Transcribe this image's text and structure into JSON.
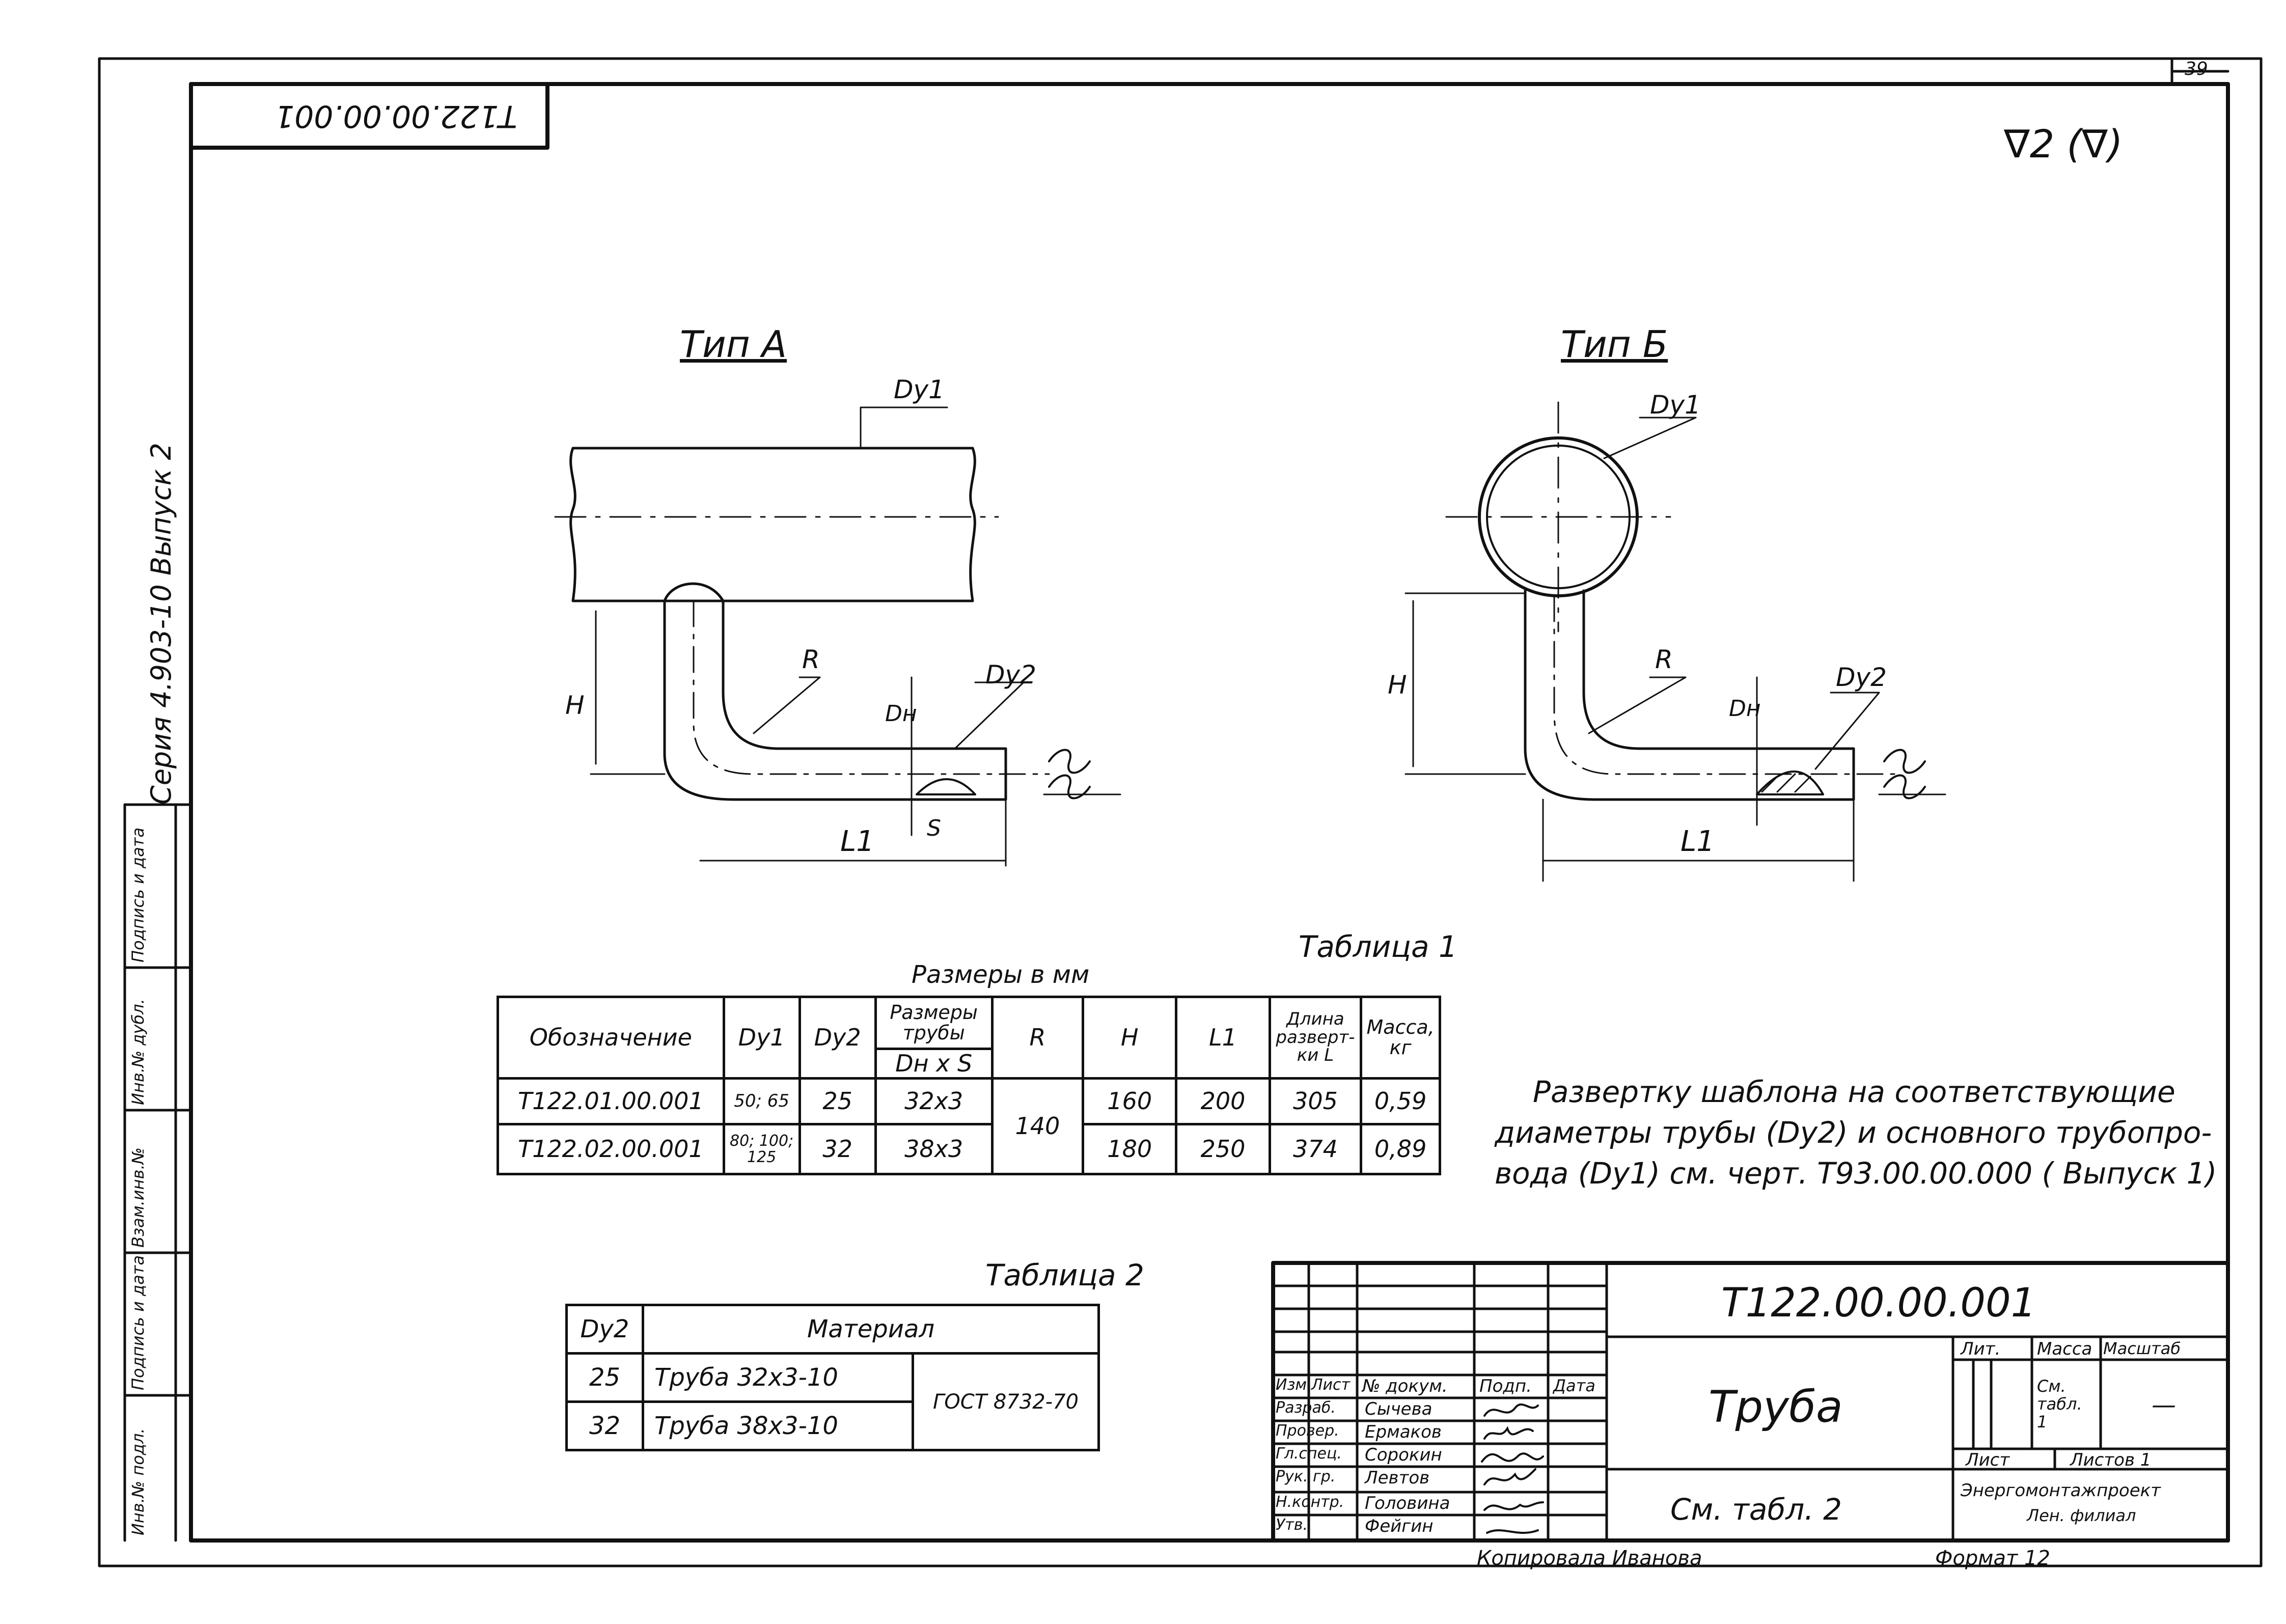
{
  "page_number": "39",
  "corner_stamp": "Т122.00.00.001",
  "roughness": "∇2 (∇)",
  "side_series": "Серия 4.903-10   Выпуск 2",
  "side_cells": [
    "Подпись и дата",
    "Инв.№ дубл.",
    "Взам.инв.№",
    "Подпись и дата",
    "Инв.№ подл."
  ],
  "type_a": {
    "title": "Тип А",
    "dy1": "Dу1",
    "dy2": "Dу2",
    "r": "R",
    "h": "H",
    "dn": "Dн",
    "s": "S",
    "l1": "L1"
  },
  "type_b": {
    "title": "Тип Б",
    "dy1": "Dу1",
    "dy2": "Dу2",
    "r": "R",
    "h": "H",
    "dn": "Dн",
    "l1": "L1"
  },
  "table1": {
    "caption": "Таблица 1",
    "subcaption": "Размеры в мм",
    "headers": {
      "designation": "Обозначение",
      "dy1": "Dу1",
      "dy2": "Dу2",
      "pipe_size": "Размеры трубы",
      "pipe_size_sub": "Dн x S",
      "r": "R",
      "h": "H",
      "l1": "L1",
      "length": "Длина разверт-ки L",
      "mass": "Масса, кг"
    },
    "rows": [
      {
        "designation": "Т122.01.00.001",
        "dy1": "50; 65",
        "dy2": "25",
        "pipe": "32x3",
        "r": "140",
        "h": "160",
        "l1": "200",
        "length": "305",
        "mass": "0,59"
      },
      {
        "designation": "Т122.02.00.001",
        "dy1": "80; 100; 125",
        "dy2": "32",
        "pipe": "38x3",
        "r": "140",
        "h": "180",
        "l1": "250",
        "length": "374",
        "mass": "0,89"
      }
    ]
  },
  "note": [
    "Развертку шаблона на соответствующие",
    "диаметры трубы (Dу2) и основного трубопро-",
    "вода (Dу1) см. черт. Т93.00.00.000 ( Выпуск 1)"
  ],
  "table2": {
    "caption": "Таблица 2",
    "headers": {
      "dy2": "Dу2",
      "material": "Материал"
    },
    "rows": [
      {
        "dy2": "25",
        "material": "Труба 32x3-10"
      },
      {
        "dy2": "32",
        "material": "Труба 38x3-10"
      }
    ],
    "standard": "ГОСТ 8732-70"
  },
  "title_block": {
    "code": "Т122.00.00.001",
    "name": "Труба",
    "material_ref": "См. табл. 2",
    "col_headers": [
      "Изм",
      "Лист",
      "№ докум.",
      "Подп.",
      "Дата"
    ],
    "roles": [
      {
        "role": "Разраб.",
        "name": "Сычева"
      },
      {
        "role": "Провер.",
        "name": "Ермаков"
      },
      {
        "role": "Гл.спец.",
        "name": "Сорокин"
      },
      {
        "role": "Рук. гр.",
        "name": "Левтов"
      },
      {
        "role": "Н.контр.",
        "name": "Головина"
      },
      {
        "role": "Утв.",
        "name": "Фейгин"
      }
    ],
    "lit": "Лит.",
    "mass": "Масса",
    "scale": "Масштаб",
    "mass_value": "См. табл. 1",
    "scale_value": "—",
    "sheet": "Лист",
    "sheets": "Листов 1",
    "org_line1": "Энергомонтажпроект",
    "org_line2": "Лен. филиал"
  },
  "footer": {
    "copied": "Копировала Иванова",
    "format": "Формат 12"
  }
}
